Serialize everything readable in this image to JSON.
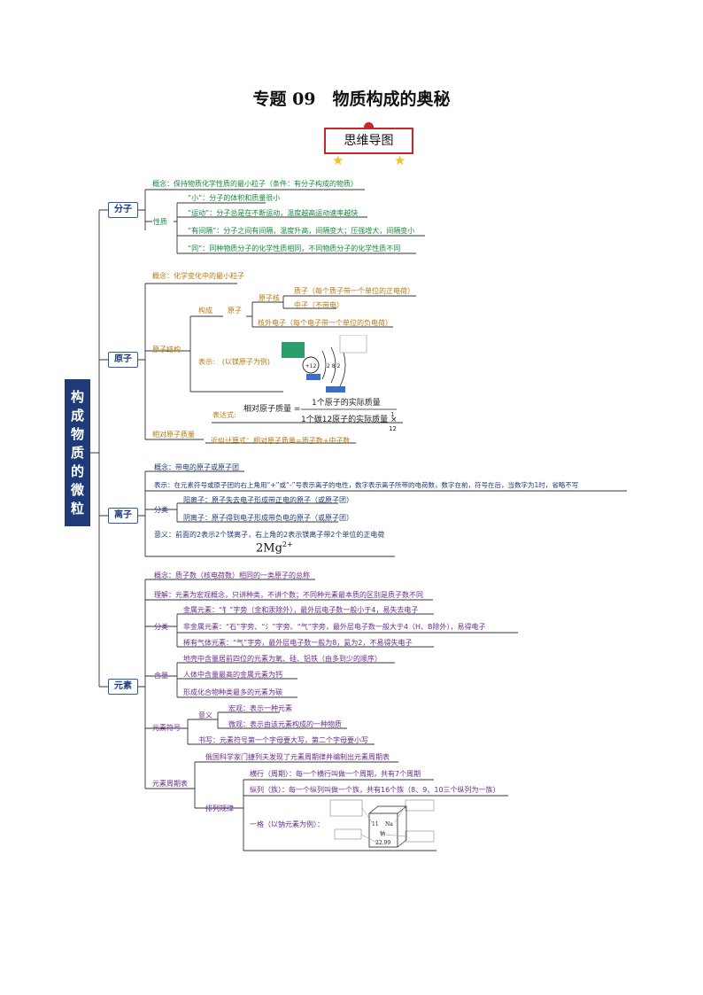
{
  "title": "专题 09　物质构成的奥秘",
  "mindmap_label": "思维导图",
  "root": [
    "构",
    "成",
    "物",
    "质",
    "的",
    "微",
    "粒"
  ],
  "molecule": {
    "label": "分子",
    "concept": "概念：保持物质化学性质的最小粒子（条件：有分子构成的物质）",
    "property": "性质",
    "props": [
      "“小”：分子的体积和质量很小",
      "“运动”：分子总是在不断运动，温度越高运动速率越快",
      "“有间隔”：分子之间有间隔，温度升高，间隔变大；压强增大，间隔变小",
      "“同”：同种物质分子的化学性质相同，不同物质分子的化学性质不同"
    ]
  },
  "atom": {
    "label": "原子",
    "concept": "概念：化学变化中的最小粒子",
    "structure": "原子结构",
    "composition": "构成",
    "atom_word": "原子",
    "nucleus": "原子核",
    "proton": "质子（每个质子带一个单位的正电荷）",
    "neutron": "中子（不带电）",
    "electron": "核外电子（每个电子带一个单位的负电荷）",
    "representation": "表示:　(以镁原子为例)",
    "diagram_nucleus": "+12",
    "diagram_shells": "2 8 2",
    "relative_mass": "相对原子质量",
    "expression": "表达式:",
    "formula_left": "相对原子质量 =",
    "formula_num": "1个原子的实际质量",
    "formula_den": "1个碳12原子的实际质量 ×",
    "formula_frac_num": "1",
    "formula_frac_den": "12",
    "approx": "近似计算式：相对原子质量=质子数+中子数"
  },
  "ion": {
    "label": "离子",
    "concept": "概念：带电的原子或原子团",
    "notation": "表示：在元素符号或原子团的右上角用“+”或“-”号表示离子的电性，数字表示离子所带的电荷数，数字在前，符号在后，当数字为1时，省略不写",
    "classify": "分类",
    "cation": "阳离子：原子失去电子形成带正电的原子（或原子团）",
    "anion": "阴离子：原子得到电子形成带负电的原子（或原子团）",
    "meaning": "意义：前面的2表示2个镁离子，右上角的2表示镁离子带2个单位的正电荷",
    "formula": "2Mg",
    "formula_sup": "2+"
  },
  "element": {
    "label": "元素",
    "concept": "概念：质子数（核电荷数）相同的一类原子的总称",
    "understand": "理解：元素为宏观概念，只讲种类，不讲个数；不同种元素最本质的区别是质子数不同",
    "classify": "分类",
    "metal": "金属元素：“钅”字旁（金和汞除外），最外层电子数一般小于4，易失去电子",
    "nonmetal": "非金属元素：“石”字旁、“氵”字旁、“气”字旁，最外层电子数一般大于4（H、B除外），易得电子",
    "noble": "稀有气体元素：“气”字旁，最外层电子数一般为8，氦为2，不易得失电子",
    "content": "含量",
    "crust": "地壳中含量居前四位的元素为氧、硅、铝铁（由多到少的顺序）",
    "body": "人体中含量最高的金属元素为钙",
    "compound": "形成化合物种类最多的元素为碳",
    "symbol": "元素符号",
    "meaning_label": "意义",
    "macro": "宏观：表示一种元素",
    "micro": "微观：表示由该元素构成的一种物质",
    "writing": "书写：元素符号第一个字母要大写，第二个字母要小写",
    "table": "元素周期表",
    "mendeleev": "俄国科学家门捷列夫发现了元素周期律并编制出元素周期表",
    "arrange": "排列规律",
    "period": "横行（周期）：每一个横行叫做一个周期，共有7个周期",
    "group": "纵列（族）：每一个纵列叫做一个族，共有16个族（8、9、10三个纵列为一族）",
    "cell_example": "一格（以钠元素为例）：",
    "cell_number": "11",
    "cell_symbol": "Na",
    "cell_name": "钠",
    "cell_mass": "22.99"
  },
  "colors": {
    "heading": "#1e3a78",
    "green": "#138a3a",
    "purple": "#6a2c91",
    "orange": "#b9770e",
    "badge": "#c62828"
  }
}
